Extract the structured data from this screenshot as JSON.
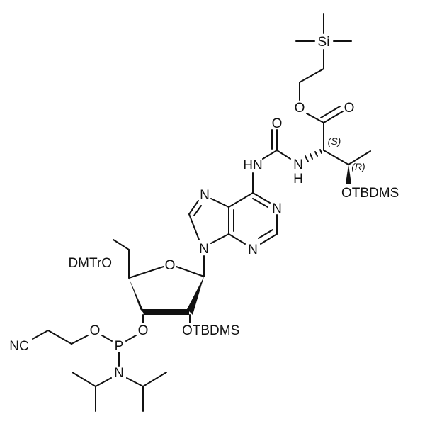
{
  "diagram": {
    "type": "chemical-structure",
    "description": "2'-O-TBDMS protected N6-threonylcarbamoyladenosine phosphoramidite",
    "background": "#ffffff",
    "line_color": "#111111"
  },
  "labels": {
    "si": "Si",
    "ester_o": "O",
    "carbonyl_o": "O",
    "stereo_s": "(S)",
    "stereo_r": "(R)",
    "nh_amide": "N",
    "nh_amide_h": "H",
    "otbdms_thr": "OTBDMS",
    "urea_o": "O",
    "hn": "HN",
    "n1": "N",
    "n3": "N",
    "n7": "N",
    "n9": "N",
    "ring_o": "O",
    "dmtro": "DMTrO",
    "otbdms_sugar": "OTBDMS",
    "o3": "O",
    "p": "P",
    "po": "O",
    "nc": "NC",
    "n_amine": "N"
  }
}
